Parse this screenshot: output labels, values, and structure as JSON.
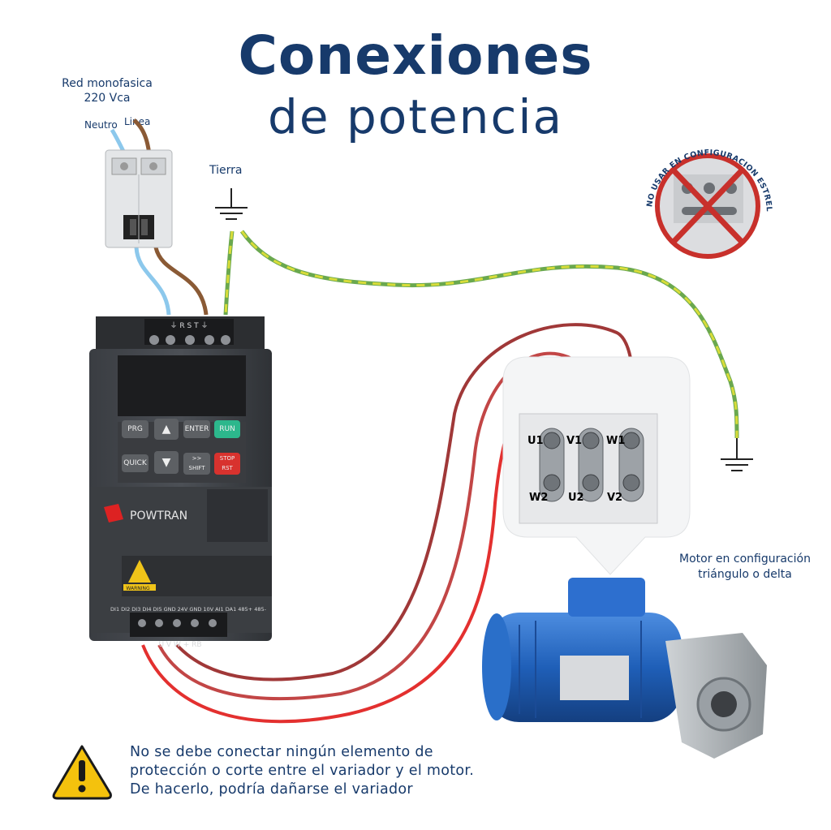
{
  "title": {
    "line1": "Conexiones",
    "line2": "de potencia"
  },
  "supply": {
    "label": "Red monofasica",
    "voltage": "220 Vca",
    "neutral": "Neutro",
    "line": "Linea"
  },
  "ground": {
    "label": "Tierra"
  },
  "vfd": {
    "brand": "POWTRAN",
    "input_terminals": "⏚  R  S  T  ⏚",
    "output_terminals": "U    V    W    +    RB",
    "control_terminals": "DI1 DI2 DI3 DI4 DI5 GND 24V GND 10V AI1 DA1 485+ 485-",
    "warning_tag": "WARNING",
    "keys": {
      "prg": "PRG",
      "enter": "ENTER",
      "run": "RUN",
      "quick": "QUICK",
      "shift": ">> SHIFT",
      "stop": "STOP RST"
    }
  },
  "motor_box": {
    "top": [
      "U1",
      "V1",
      "W1"
    ],
    "bottom": [
      "W2",
      "U2",
      "V2"
    ]
  },
  "star_badge": "NO USAR EN CONFIGURACION ESTRELLA",
  "motor": {
    "label_line1": "Motor en configuración",
    "label_line2": "triángulo o delta"
  },
  "warning": {
    "line1": "No se debe conectar ningún elemento de",
    "line2": "protección o corte entre el variador y el motor.",
    "line3": "De hacerlo, podría dañarse el variador"
  },
  "colors": {
    "title": "#173a6b",
    "neutral_wire": "#8cc8ec",
    "line_wire": "#8a5a35",
    "ground_wire": "#c8d23a",
    "motor_wires": [
      "#e3302f",
      "#c24646",
      "#a03838"
    ],
    "motor_blue": "#2a6fc9"
  }
}
